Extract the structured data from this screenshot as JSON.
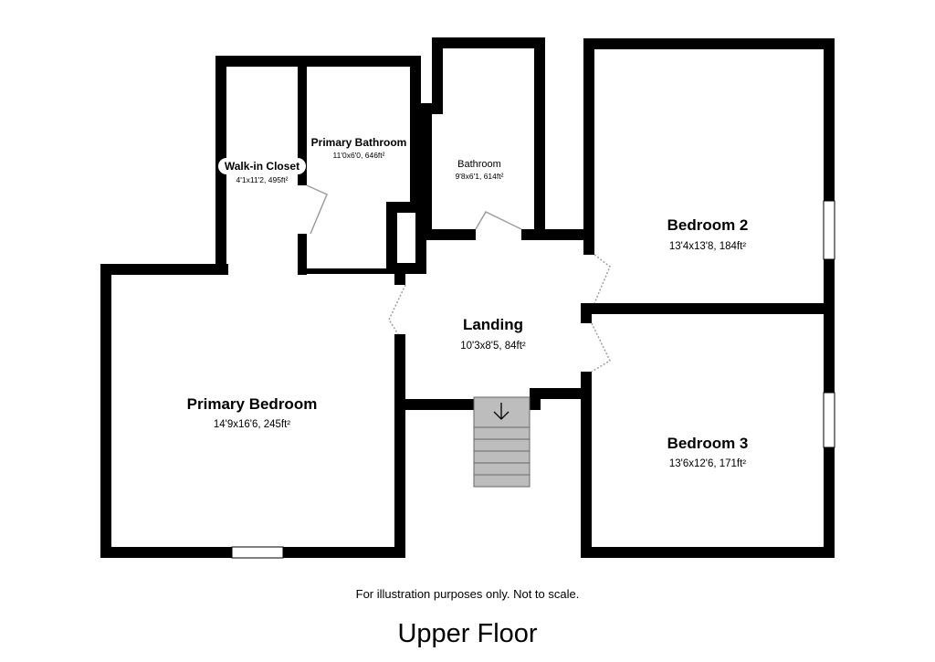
{
  "rooms": {
    "walk_in_closet": {
      "name": "Walk-in Closet",
      "dims": "4'1x11'2, 495ft²"
    },
    "primary_bathroom": {
      "name": "Primary Bathroom",
      "dims": "11'0x6'0, 646ft²"
    },
    "bathroom": {
      "name": "Bathroom",
      "dims": "9'8x6'1, 614ft²"
    },
    "bedroom_2": {
      "name": "Bedroom 2",
      "dims": "13'4x13'8, 184ft²"
    },
    "landing": {
      "name": "Landing",
      "dims": "10'3x8'5, 84ft²"
    },
    "primary_bedroom": {
      "name": "Primary Bedroom",
      "dims": "14'9x16'6, 245ft²"
    },
    "bedroom_3": {
      "name": "Bedroom 3",
      "dims": "13'6x12'6, 171ft²"
    }
  },
  "stairs": {
    "direction_icon": "arrow-down-icon"
  },
  "disclaimer": "For illustration purposes only. Not to scale.",
  "floor_title": "Upper Floor",
  "colors": {
    "wall": "#000000",
    "stair_fill": "#bdbdbd",
    "door_swing": "#9e9e9e",
    "background": "#ffffff"
  }
}
